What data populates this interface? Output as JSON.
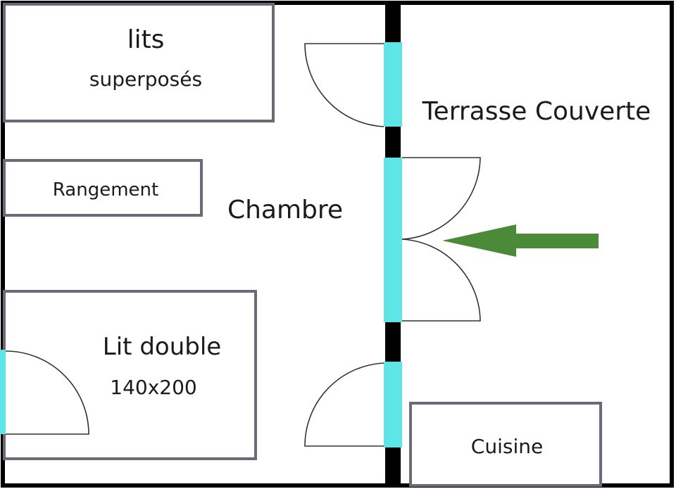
{
  "labels": {
    "lits": "lits",
    "superposes": "superposés",
    "rangement": "Rangement",
    "chambre": "Chambre",
    "lit_double": "Lit double",
    "lit_size": "140x200",
    "terrasse": "Terrasse Couverte",
    "cuisine": "Cuisine"
  },
  "colors": {
    "wall": "#000000",
    "opening": "#5ee6e6",
    "furniture_outline": "#6e6878",
    "arrow": "#4a8a38"
  },
  "icons": {
    "entrance_arrow": "arrow-left"
  }
}
